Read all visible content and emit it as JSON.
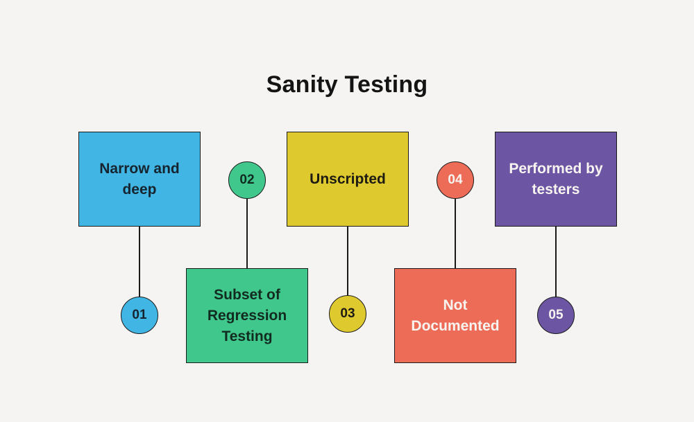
{
  "title": "Sanity Testing",
  "colors": {
    "background": "#f5f4f2",
    "line": "#1a1a1a",
    "title_text": "#141414"
  },
  "items": [
    {
      "number": "01",
      "label": "Narrow and deep",
      "fill": "#41b5e3",
      "text_color": "#15242e",
      "row": "top"
    },
    {
      "number": "02",
      "label": "Subset of Regression Testing",
      "fill": "#40c78c",
      "text_color": "#112b21",
      "row": "bottom"
    },
    {
      "number": "03",
      "label": "Unscripted",
      "fill": "#dec92e",
      "text_color": "#1d1b12",
      "row": "top"
    },
    {
      "number": "04",
      "label": "Not Documented",
      "fill": "#ed6c58",
      "text_color": "#f8f5f1",
      "row": "bottom"
    },
    {
      "number": "05",
      "label": "Performed by testers",
      "fill": "#6c55a3",
      "text_color": "#f8f5f1",
      "row": "top"
    }
  ]
}
